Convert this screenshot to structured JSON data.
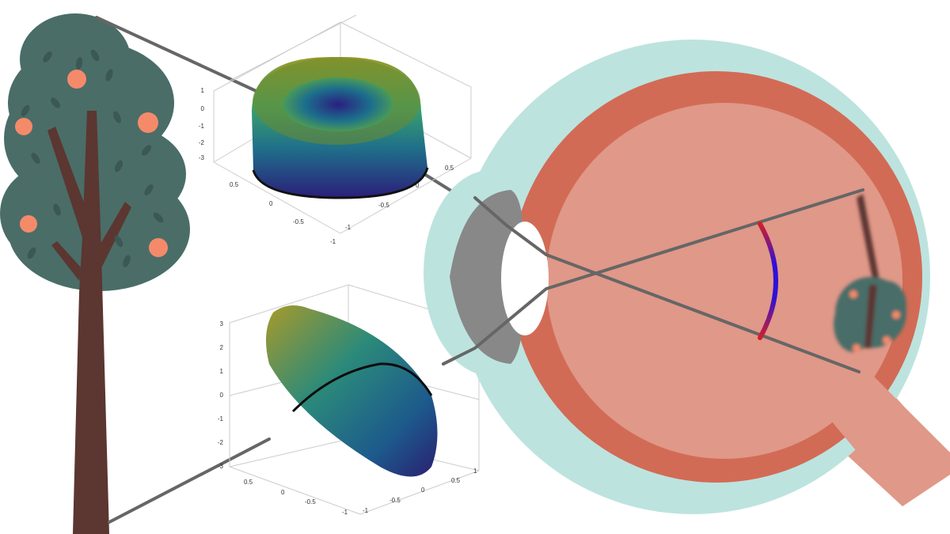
{
  "colors": {
    "foliage": "#4a6d68",
    "leaf": "#3b5854",
    "fruit": "#f58a6a",
    "trunk": "#5c3630",
    "sclera": "#bde3df",
    "choroid": "#d26b55",
    "vitreous": "#e09888",
    "optic_nerve": "#e09888",
    "iris": "#888888",
    "pupil": "#ffffff",
    "ray": "#666666",
    "image_arc_start": "#d0202a",
    "image_arc_mid": "#3010d8"
  },
  "top_plot": {
    "z_ticks": [
      "1",
      "0",
      "-1",
      "-2",
      "-3"
    ],
    "y_ticks": [
      "0.5",
      "0",
      "-0.5",
      "-1"
    ],
    "x_ticks": [
      "0.5",
      "0",
      "-0.5",
      "-1"
    ]
  },
  "bottom_plot": {
    "z_ticks": [
      "3",
      "2",
      "1",
      "0",
      "-1",
      "-2",
      "-3"
    ],
    "y_ticks": [
      "0.5",
      "0",
      "-0.5",
      "-1"
    ],
    "x_ticks": [
      "1",
      "0.5",
      "0",
      "-0.5",
      "-1"
    ]
  }
}
